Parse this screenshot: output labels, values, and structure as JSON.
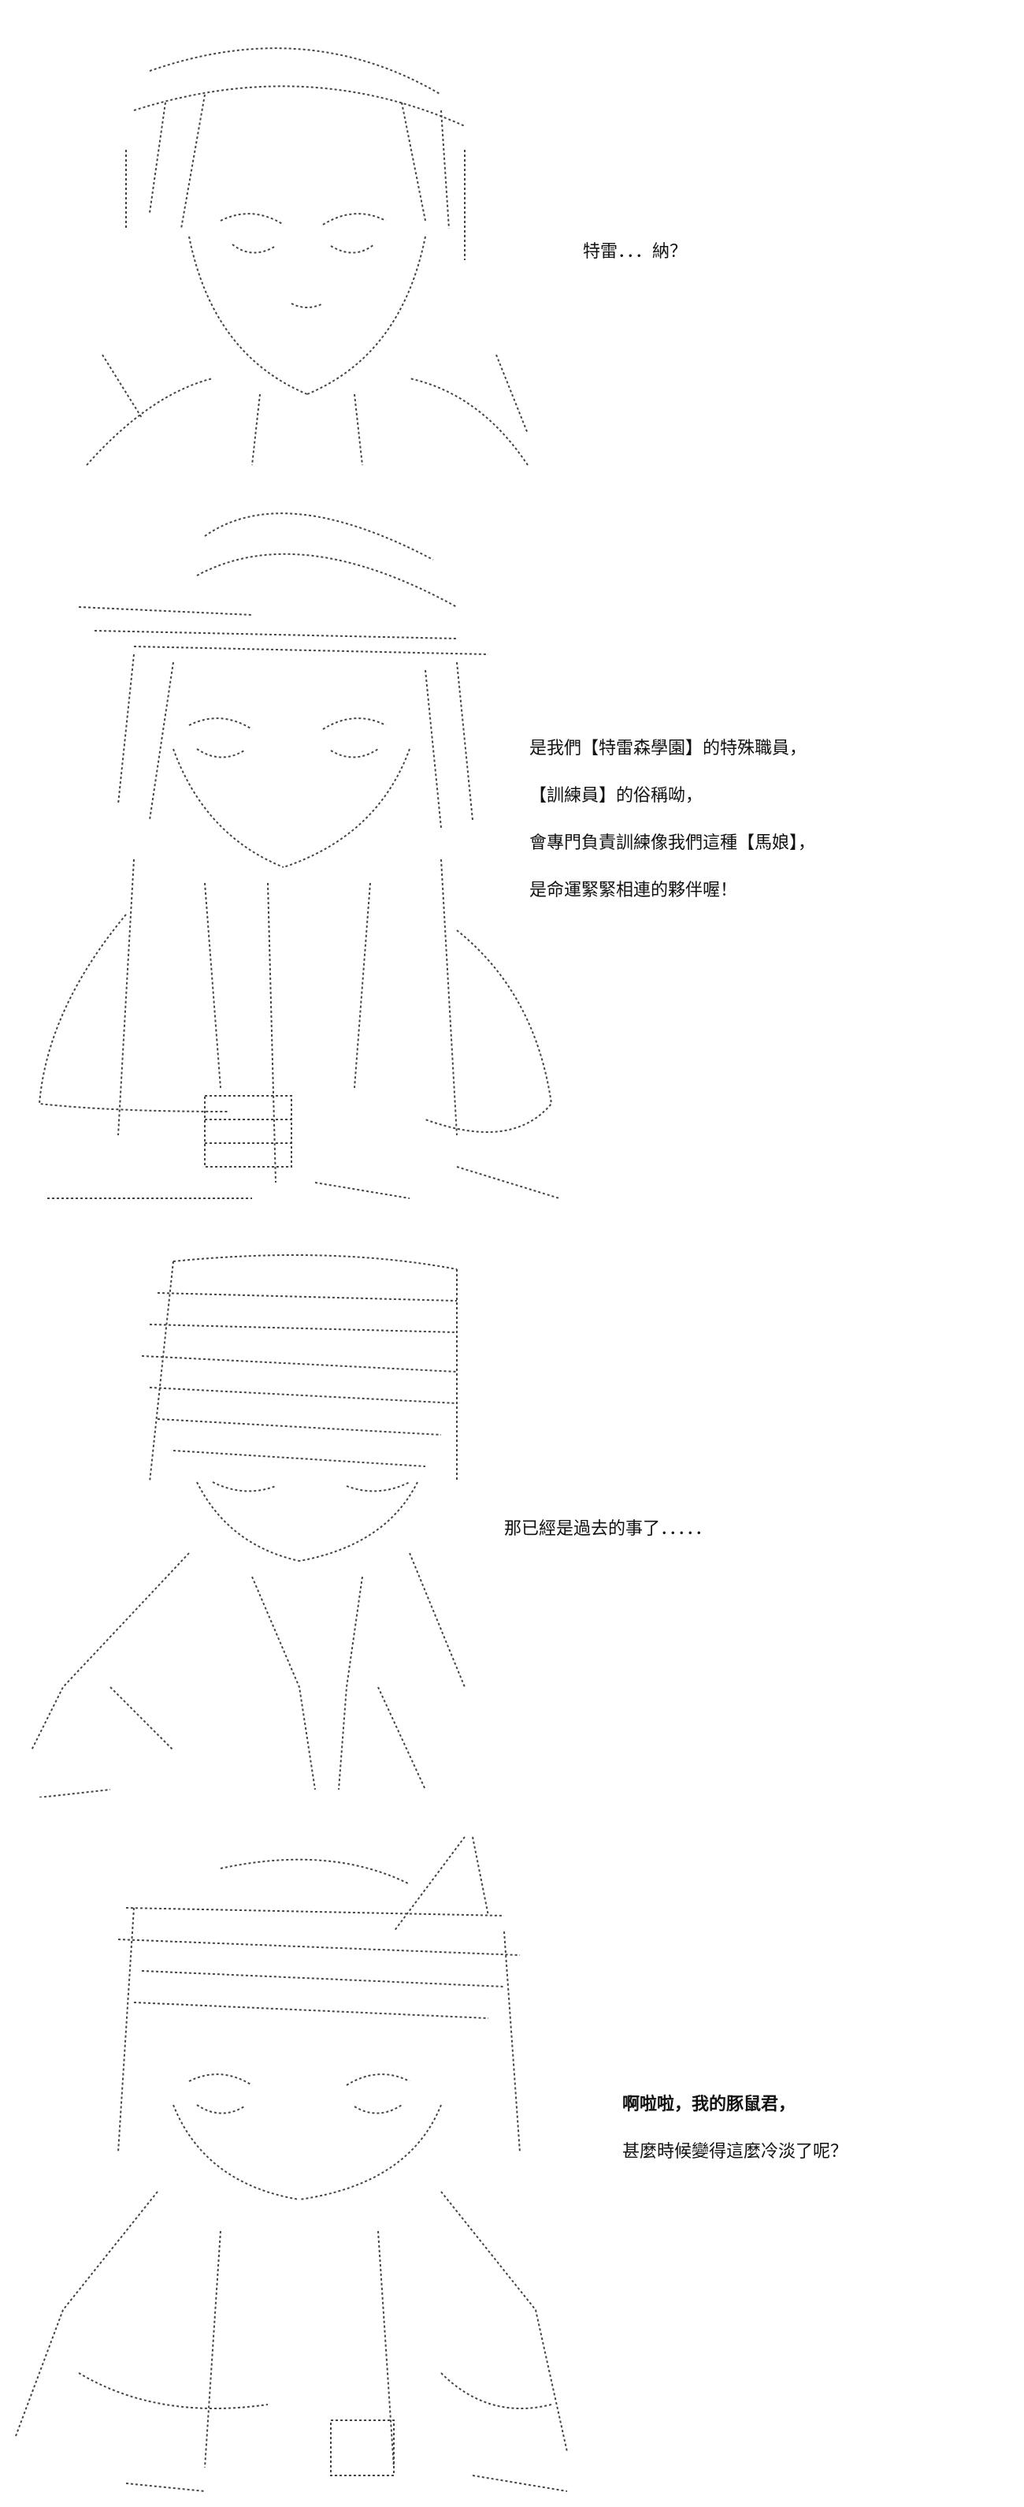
{
  "panels": [
    {
      "id": "panel-1",
      "art_description_icon": "ascii-art-girl-portrait-icon",
      "lines": [
        "特雷．．．納？"
      ]
    },
    {
      "id": "panel-2",
      "art_description_icon": "ascii-art-trainer-with-cap-icon",
      "lines": [
        "是我們【特雷森學園】的特殊職員，",
        "【訓練員】的俗稱呦，",
        "會專門負責訓練像我們這種【馬娘】，",
        "是命運緊緊相連的夥伴喔！"
      ]
    },
    {
      "id": "panel-3",
      "art_description_icon": "ascii-art-girl-looking-down-icon",
      "lines": [
        "那已經是過去的事了．．．．．"
      ]
    },
    {
      "id": "panel-4",
      "art_description_icon": "ascii-art-horse-girl-with-ears-icon",
      "lines": [
        "啊啦啦，我的豚鼠君，",
        "甚麼時候變得這麼冷淡了呢？"
      ]
    }
  ]
}
